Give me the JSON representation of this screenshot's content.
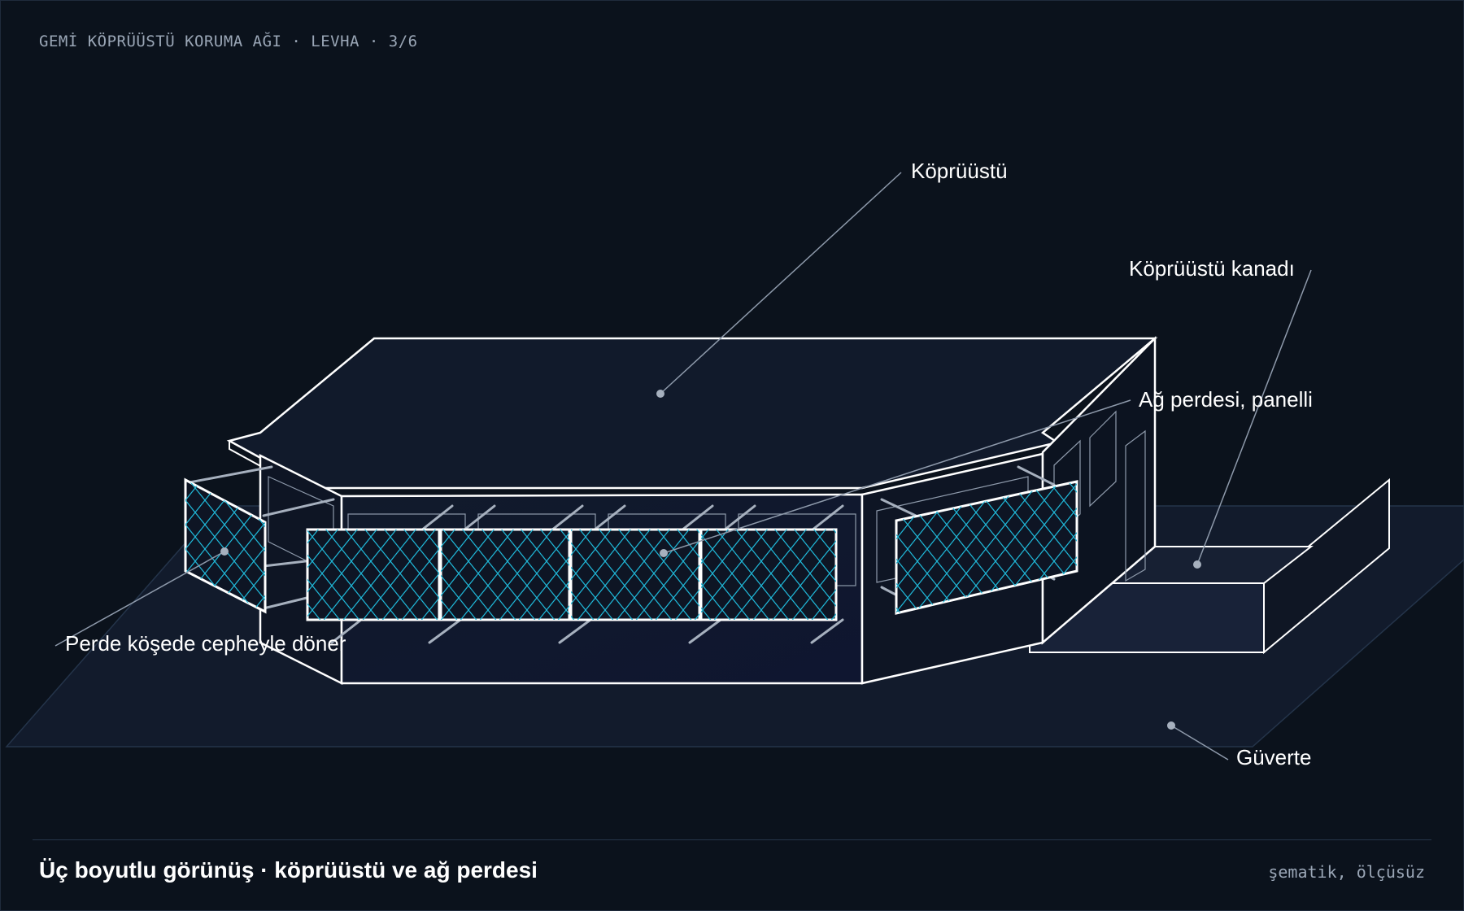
{
  "header": {
    "sheet_label": "GEMİ KÖPRÜÜSTÜ KORUMA AĞI · LEVHA · 3/6"
  },
  "labels": {
    "bridge": "Köprüüstü",
    "bridge_wing": "Köprüüstü kanadı",
    "net_curtain": "Ağ perdesi, panelli",
    "corner_note": "Perde köşede cepheyle döner",
    "deck": "Güverte"
  },
  "footer": {
    "title": "Üç boyutlu görünüş · köprüüstü ve ağ perdesi",
    "note": "şematik, ölçüsüz"
  },
  "colors": {
    "background": "#0b121c",
    "outline": "#ffffff",
    "net": "#1fb8d8",
    "leader": "#8e9aab",
    "panel_fill": "#111a2b"
  }
}
